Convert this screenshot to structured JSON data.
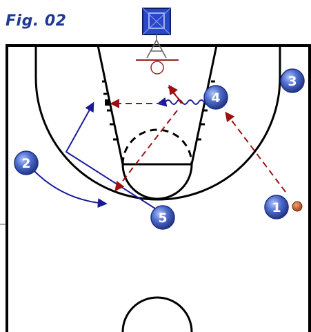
{
  "figure": {
    "label": "Fig. 02"
  },
  "colors": {
    "court_line": "#000000",
    "player_fill": "#4f6fd0",
    "player_dark": "#1e2f7e",
    "cut_arrow": "#1a1a99",
    "pass_arrow": "#9c1010",
    "backboard": "#2948c8",
    "rim": "#9c2020",
    "ball": "#c8551a"
  },
  "players": [
    {
      "id": "p1",
      "label": "1",
      "has_ball": true
    },
    {
      "id": "p2",
      "label": "2",
      "has_ball": false
    },
    {
      "id": "p3",
      "label": "3",
      "has_ball": false
    },
    {
      "id": "p4",
      "label": "4",
      "has_ball": false
    },
    {
      "id": "p5",
      "label": "5",
      "has_ball": false
    }
  ]
}
